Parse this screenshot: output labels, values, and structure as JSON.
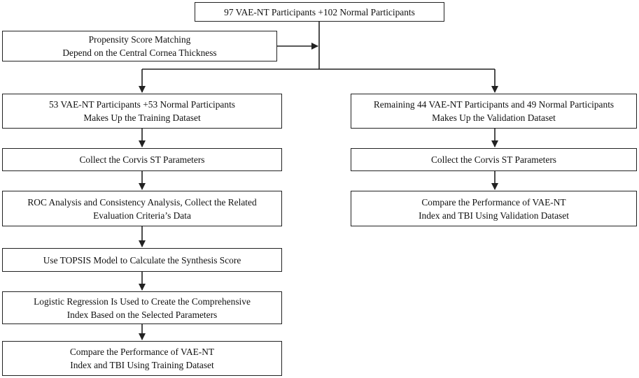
{
  "top": [
    "97 VAE-NT Participants +102 Normal Participants"
  ],
  "psm": [
    "Propensity Score Matching",
    "Depend on the Central Cornea Thickness"
  ],
  "left": [
    [
      "53 VAE-NT Participants +53 Normal Participants",
      "Makes Up the Training Dataset"
    ],
    [
      "Collect the Corvis ST Parameters"
    ],
    [
      "ROC Analysis  and Consistency Analysis, Collect the Related",
      "Evaluation Criteria’s Data"
    ],
    [
      "Use TOPSIS Model to Calculate the Synthesis Score"
    ],
    [
      "Logistic Regression Is Used to Create the Comprehensive",
      "Index Based on the Selected Parameters"
    ],
    [
      "Compare the Performance of VAE-NT",
      "Index and TBI Using Training Dataset"
    ]
  ],
  "right": [
    [
      "Remaining 44 VAE-NT Participants and 49 Normal Participants",
      "Makes Up the Validation Dataset"
    ],
    [
      "Collect the Corvis ST Parameters"
    ],
    [
      "Compare the Performance of VAE-NT",
      "Index and TBI Using Validation Dataset"
    ]
  ]
}
